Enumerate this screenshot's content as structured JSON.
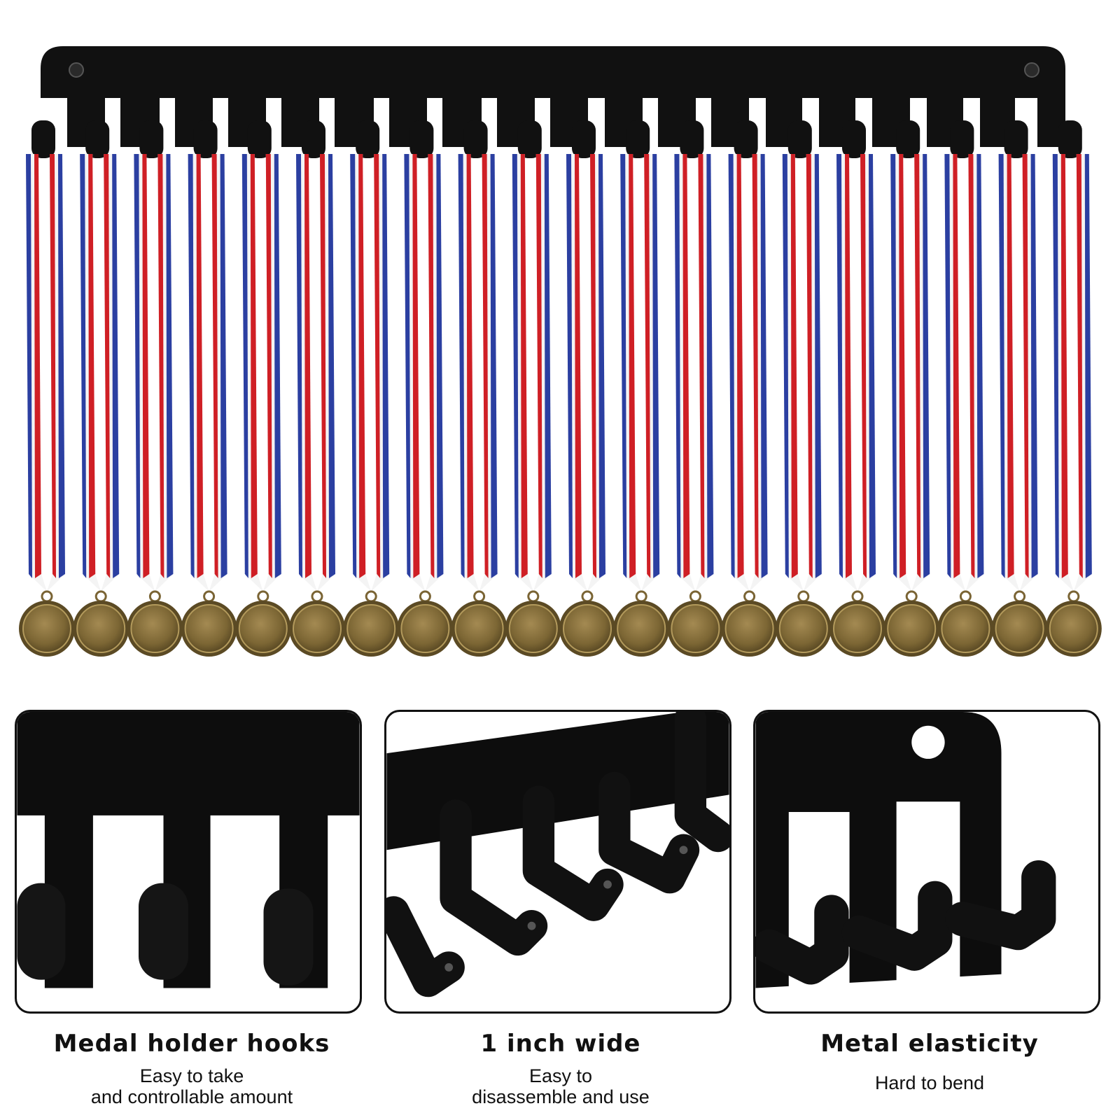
{
  "product": {
    "hook_count": 20,
    "ribbon_colors": {
      "blue": "#2b3fa1",
      "white": "#f4f4f4",
      "red": "#cf1f25"
    },
    "metal_color": "#111111",
    "medal_color": "#8a7440"
  },
  "features": [
    {
      "title": "Medal holder hooks",
      "desc_lines": [
        "Easy to take",
        "and controllable amount"
      ]
    },
    {
      "title": "1 inch wide",
      "desc_lines": [
        "Easy to",
        "disassemble and use"
      ]
    },
    {
      "title": "Metal elasticity",
      "desc_lines": [
        "Hard to bend"
      ]
    }
  ]
}
